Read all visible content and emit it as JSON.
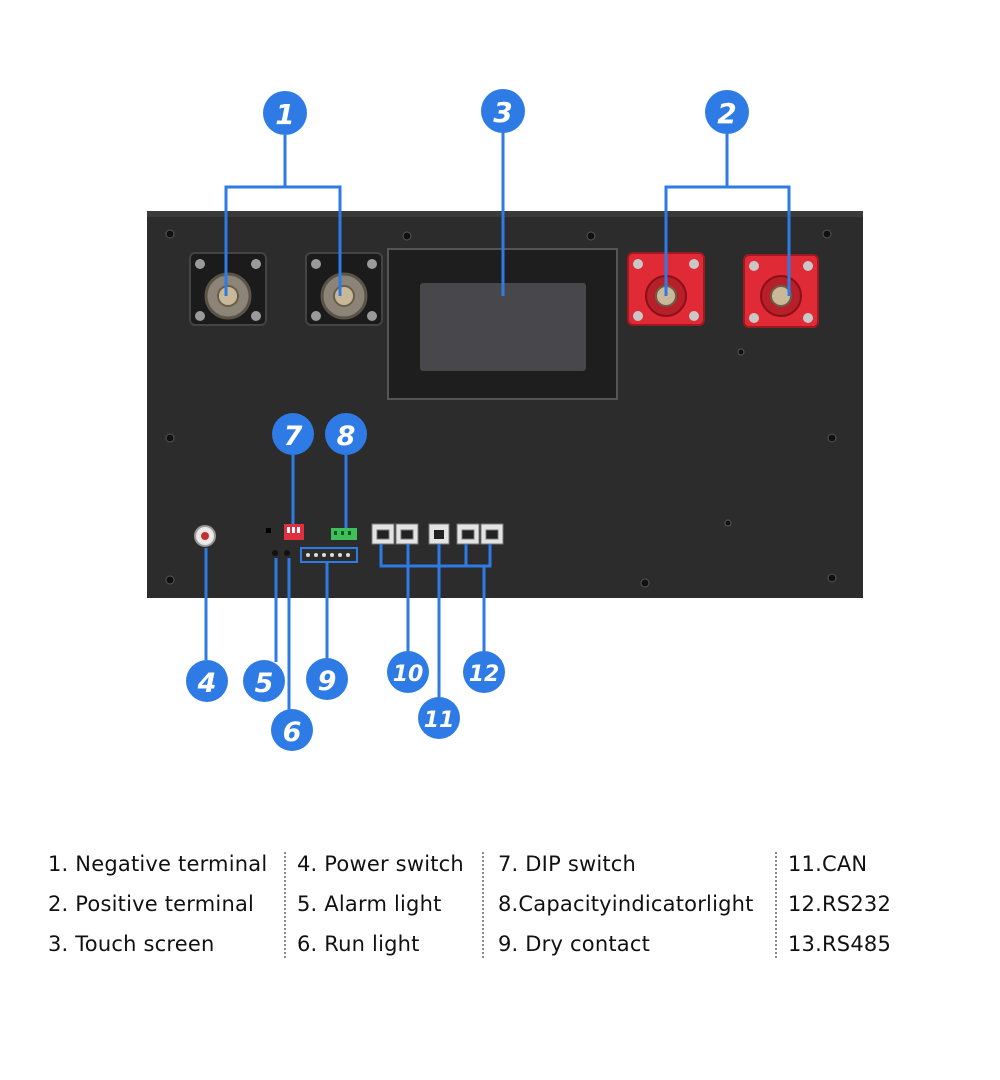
{
  "colors": {
    "callout_blue": "#2e7be6",
    "panel": "#2c2c2c",
    "terminal_red": "#e02a36",
    "screen": "#48484c"
  },
  "callouts": [
    "1",
    "2",
    "3",
    "4",
    "5",
    "6",
    "7",
    "8",
    "9",
    "10",
    "11",
    "12"
  ],
  "legend": {
    "col1": [
      "1. Negative terminal",
      "2. Positive terminal",
      "3. Touch screen"
    ],
    "col2": [
      "4. Power switch",
      "5. Alarm light",
      "6. Run light"
    ],
    "col3": [
      "7. DIP switch",
      "8.Capacityindicatorlight",
      "9. Dry contact"
    ],
    "col4": [
      "11.CAN",
      "12.RS232",
      "13.RS485"
    ]
  }
}
